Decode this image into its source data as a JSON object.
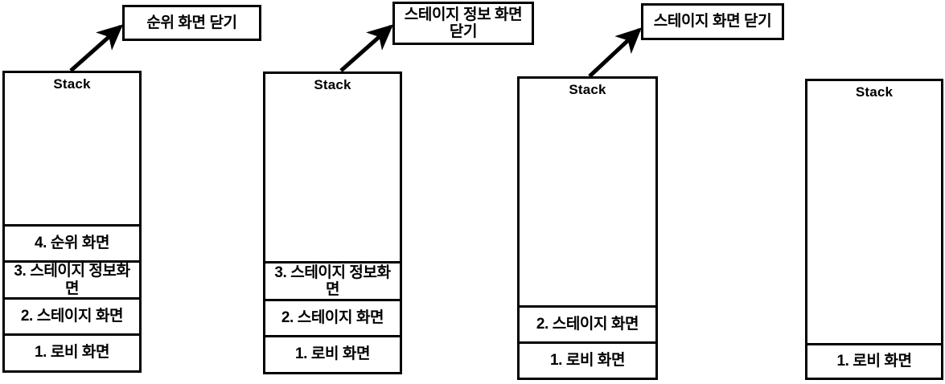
{
  "diagram": {
    "title_label": "Stack",
    "callouts": [
      {
        "id": "callout-rank-close",
        "text": "순위 화면 닫기"
      },
      {
        "id": "callout-stage-info-close",
        "text": "스테이지 정보 화면 닫기"
      },
      {
        "id": "callout-stage-close",
        "text": "스테이지 화면 닫기"
      }
    ],
    "stacks": [
      {
        "id": "stack-1",
        "title": "Stack",
        "frames": [
          {
            "label": "4. 순위 화면"
          },
          {
            "label": "3. 스테이지 정보화면"
          },
          {
            "label": "2. 스테이지 화면"
          },
          {
            "label": "1. 로비 화면"
          }
        ]
      },
      {
        "id": "stack-2",
        "title": "Stack",
        "frames": [
          {
            "label": "3. 스테이지 정보화면"
          },
          {
            "label": "2. 스테이지 화면"
          },
          {
            "label": "1. 로비 화면"
          }
        ]
      },
      {
        "id": "stack-3",
        "title": "Stack",
        "frames": [
          {
            "label": "2. 스테이지 화면"
          },
          {
            "label": "1. 로비 화면"
          }
        ]
      },
      {
        "id": "stack-4",
        "title": "Stack",
        "frames": [
          {
            "label": "1. 로비 화면"
          }
        ]
      }
    ],
    "colors": {
      "stroke": "#000000",
      "fill": "#ffffff",
      "text": "#000000"
    }
  }
}
